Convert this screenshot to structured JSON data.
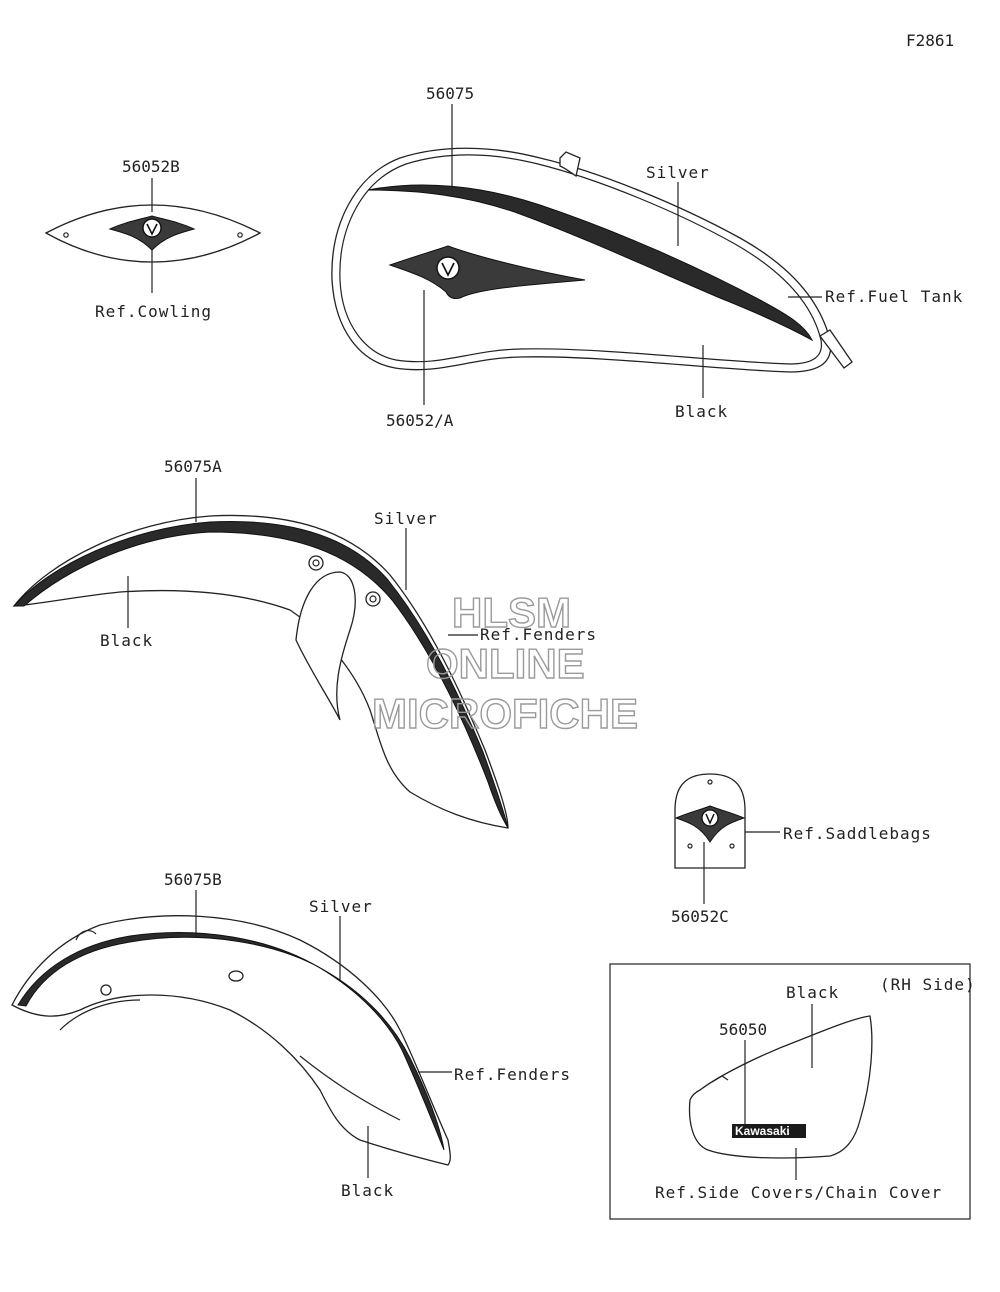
{
  "figure_id": "F2861",
  "callouts": {
    "p56075": "56075",
    "p56052B": "56052B",
    "p56052A": "56052/A",
    "p56075A": "56075A",
    "p56075B": "56075B",
    "p56052C": "56052C",
    "p56050": "56050"
  },
  "labels": {
    "tank_silver": "Silver",
    "tank_black": "Black",
    "ref_fuel_tank": "Ref.Fuel Tank",
    "ref_cowling": "Ref.Cowling",
    "front_silver": "Silver",
    "front_black": "Black",
    "ref_fenders_front": "Ref.Fenders",
    "ref_saddlebags": "Ref.Saddlebags",
    "rear_silver": "Silver",
    "rear_black": "Black",
    "ref_fenders_rear": "Ref.Fenders",
    "inset_black": "Black",
    "inset_side": "(RH Side)",
    "ref_side_covers": "Ref.Side Covers/Chain Cover",
    "emblem_text": "Kawasaki"
  },
  "watermark": {
    "line1": "HLSM",
    "line2": "ONLINE",
    "line3": "MICROFICHE"
  }
}
